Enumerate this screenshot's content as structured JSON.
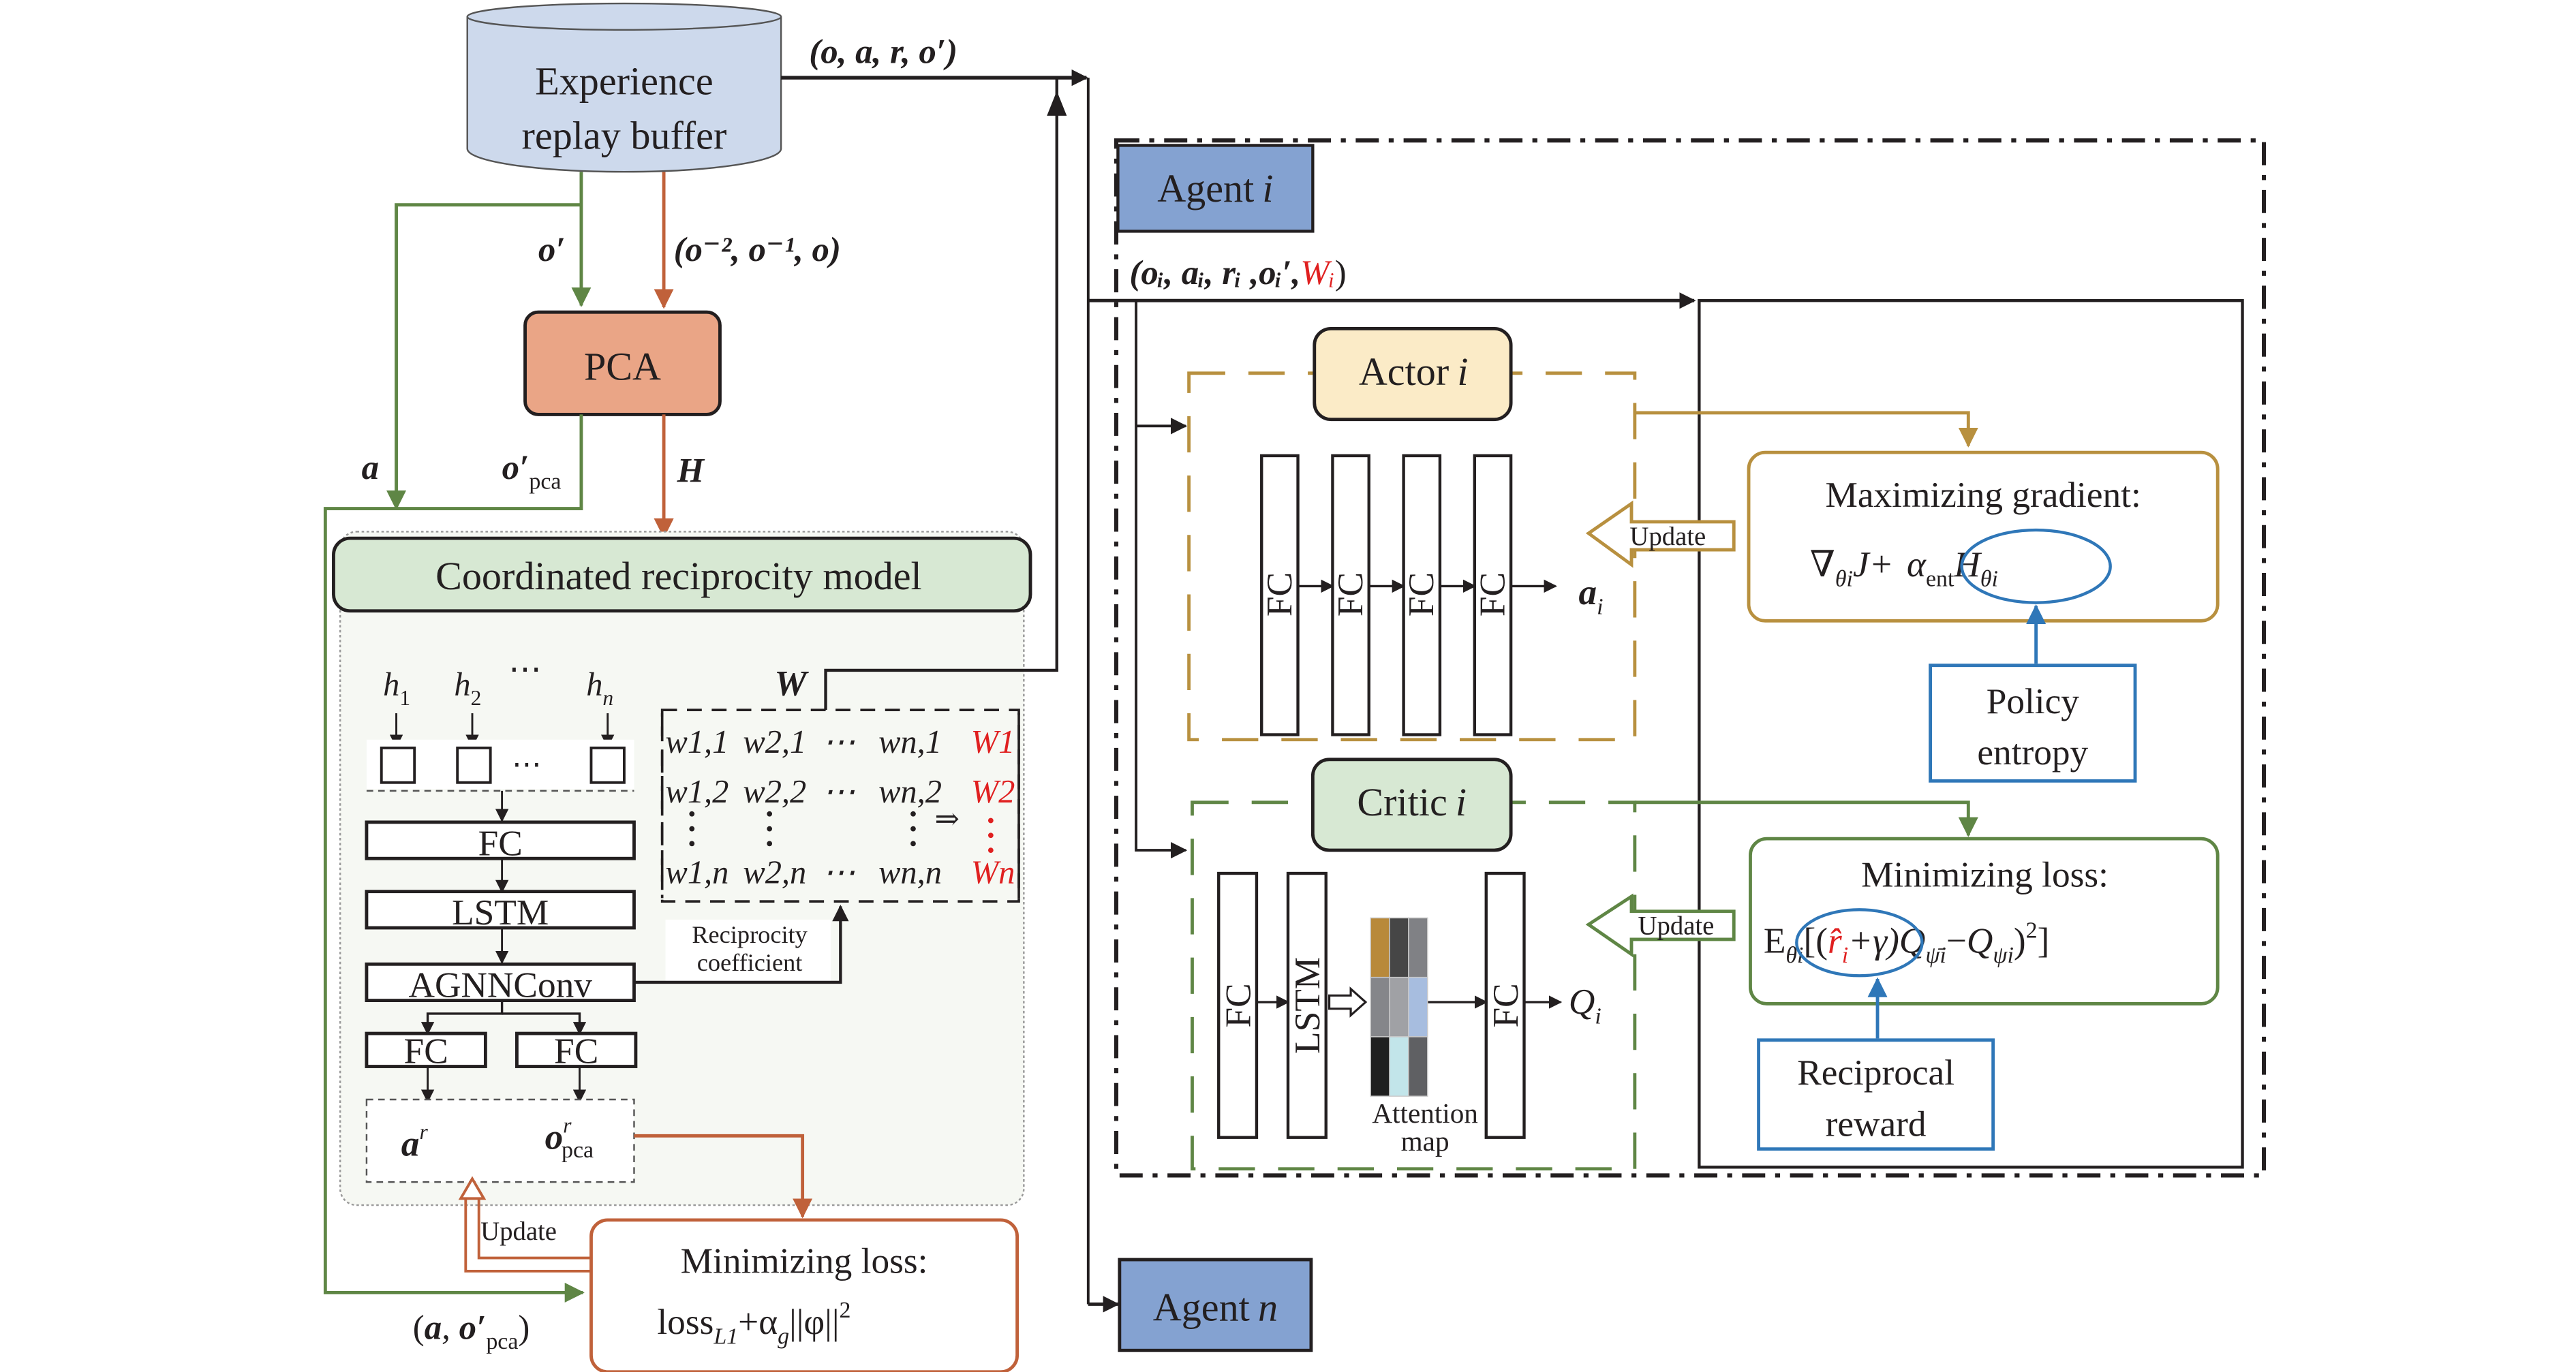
{
  "colors": {
    "green": "#5f8645",
    "orange": "#c0613a",
    "gold": "#b8903f",
    "blue_ellipse": "#2f77b8",
    "red": "#e02020",
    "buffer_fill": "#cdd9ec",
    "pca_fill": "#eaa586",
    "crm_header_fill": "#d7e8d3",
    "crm_panel_fill": "#f6f8f3",
    "agent_fill": "#84a2d1",
    "actor_fill": "#fbebc7",
    "critic_fill": "#d7e8d3"
  },
  "buffer": {
    "line1": "Experience",
    "line2": "replay buffer"
  },
  "edges": {
    "oaro": "(o, a, r, o′)",
    "o_prime": "o′",
    "history": "(o⁻², o⁻¹, o)",
    "a": "a",
    "o_pca_base": "o′",
    "pca_sub": "pca",
    "H": "H",
    "a_opca_open": "(",
    "a_opca_a": "a",
    "a_opca_sep": ", ",
    "a_opca_o": "o′",
    "a_opca_close": ")",
    "agent_i_input": "(oᵢ, aᵢ, rᵢ ,oᵢ′,",
    "agent_i_input_W": "Wᵢ",
    "agent_i_input_close": ")"
  },
  "pca": {
    "label": "PCA"
  },
  "crm": {
    "title": "Coordinated reciprocity model",
    "h_inputs": [
      "h",
      "h",
      "⋯",
      "h"
    ],
    "h_subs": [
      "1",
      "2",
      "",
      "n"
    ],
    "box_dots": "⋯",
    "layers": [
      "FC",
      "LSTM",
      "AGNNConv"
    ],
    "heads": [
      "FC",
      "FC"
    ],
    "out_a": "a",
    "out_a_sup": "r",
    "out_o": "o",
    "out_o_sup": "r",
    "out_o_sub": "pca",
    "W_label": "W",
    "matrix": {
      "rows": [
        [
          "w1,1",
          "w2,1",
          "⋯",
          "wn,1"
        ],
        [
          "w1,2",
          "w2,2",
          "⋯",
          "wn,2"
        ],
        [
          "w1,n",
          "w2,n",
          "⋯",
          "wn,n"
        ]
      ],
      "row_results": [
        "W1",
        "W2",
        "Wn"
      ],
      "implies": "⇒"
    },
    "reciprocity_label_1": "Reciprocity",
    "reciprocity_label_2": "coefficient"
  },
  "crm_loss": {
    "title": "Minimizing loss:",
    "formula_a": "loss",
    "formula_sub": "L1",
    "formula_b": "+α",
    "formula_g": "g",
    "formula_c": "||φ||",
    "formula_sup": "2",
    "update_label": "Update"
  },
  "agent_i": {
    "label": "Agent",
    "index": "i",
    "actor": {
      "label": "Actor",
      "index": "i",
      "layers": [
        "FC",
        "FC",
        "FC",
        "FC"
      ],
      "output": "a",
      "output_sub": "i"
    },
    "critic": {
      "label": "Critic",
      "index": "i",
      "layers": [
        "FC",
        "LSTM",
        "FC"
      ],
      "output": "Q",
      "output_sub": "i",
      "attention_label_1": "Attention",
      "attention_label_2": "map",
      "attention_cells": [
        "#b8893a",
        "#464646",
        "#808185",
        "#85868a",
        "#a0a1a5",
        "#a7bddf",
        "#1f1f1f",
        "#c2e5ea",
        "#5f6063"
      ]
    },
    "actor_update": "Update",
    "critic_update": "Update",
    "max_gradient": {
      "title": "Maximizing gradient:",
      "nabla": "∇",
      "theta_i": "θi",
      "J": "J+",
      "alpha": "α",
      "ent": "ent",
      "H": "H",
      "theta_i2": "θi"
    },
    "policy_entropy": {
      "line1": "Policy",
      "line2": "entropy"
    },
    "min_loss": {
      "title": "Minimizing loss:",
      "E": "E",
      "theta_i": "θi",
      "open": "[(",
      "r_hat": "r̂",
      "r_sub": "i",
      "plus_gamma": "+γ)",
      "Q1": "Q",
      "Q1_sub": "ψ̄i",
      "minus": "−",
      "Q2": "Q",
      "Q2_sub": "ψi",
      "close": ")",
      "sup": "2",
      "end": "]"
    },
    "reciprocal_reward": {
      "line1": "Reciprocal",
      "line2": "reward"
    }
  },
  "agent_n": {
    "label": "Agent",
    "index": "n"
  }
}
